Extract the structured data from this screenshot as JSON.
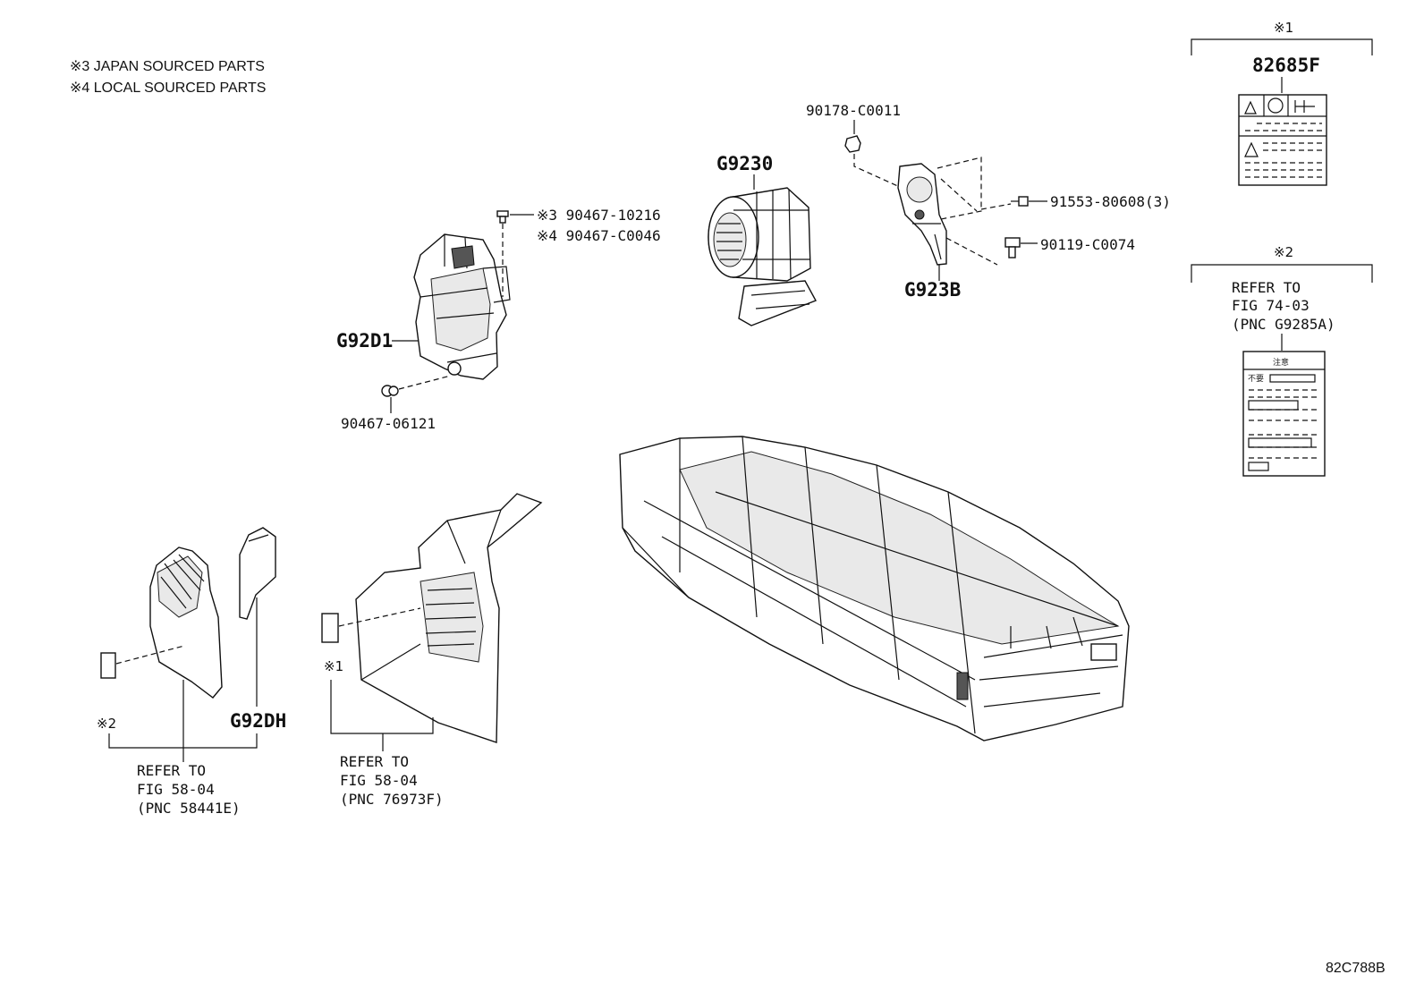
{
  "notes": {
    "japan": "※3 JAPAN SOURCED PARTS",
    "local": "※4 LOCAL SOURCED PARTS"
  },
  "callouts": {
    "bolt_japan": "※3 90467-10216",
    "bolt_local": "※4 90467-C0046",
    "duct": "G92D1",
    "clip": "90467-06121",
    "blower": "G9230",
    "nut": "90178-C0011",
    "screws": "91553-80608(3)",
    "bolt": "90119-C0074",
    "bracket": "G923B",
    "cover": "G92DH"
  },
  "label_box_1": {
    "mark": "※1",
    "part": "82685F"
  },
  "label_box_2": {
    "mark": "※2",
    "line1": "REFER TO",
    "line2": "FIG 74-03",
    "line3": "(PNC G9285A)",
    "caution": "注意",
    "row": "不要"
  },
  "refer_left": {
    "mark": "※2",
    "line1": "REFER TO",
    "line2": "FIG 58-04",
    "line3": "(PNC 58441E)"
  },
  "refer_mid": {
    "mark": "※1",
    "line1": "REFER TO",
    "line2": "FIG 58-04",
    "line3": "(PNC 76973F)"
  },
  "figure_id": "82C788B"
}
